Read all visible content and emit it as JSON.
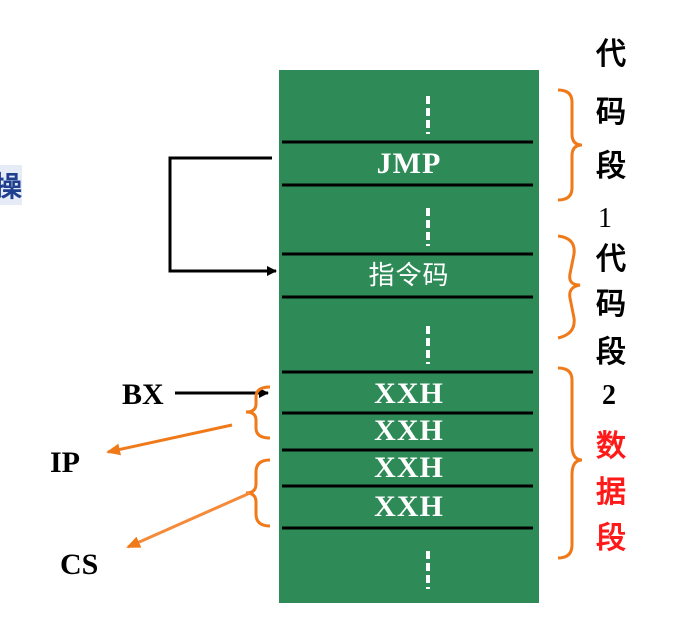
{
  "left_partial_char": "操",
  "memory": {
    "cells": [
      {
        "label": "JMP"
      },
      {
        "label": "指令码"
      },
      {
        "label": "XXH"
      },
      {
        "label": "XXH"
      },
      {
        "label": "XXH"
      },
      {
        "label": "XXH"
      }
    ]
  },
  "segments": {
    "code_segment_1": {
      "chars": [
        "代",
        "码",
        "段"
      ],
      "number": "1"
    },
    "code_segment_2": {
      "chars": [
        "代",
        "码",
        "段"
      ],
      "number": "2"
    },
    "data_segment": {
      "chars": [
        "数",
        "据",
        "段"
      ]
    }
  },
  "registers": {
    "bx": "BX",
    "ip": "IP",
    "cs": "CS"
  },
  "colors": {
    "memory_green": "#2e8b57",
    "brace_orange": "#f07a1a",
    "arrow_orange": "#f07a1a",
    "data_label_red": "#ff1a1a",
    "left_char_blue": "#1f3f8f"
  }
}
